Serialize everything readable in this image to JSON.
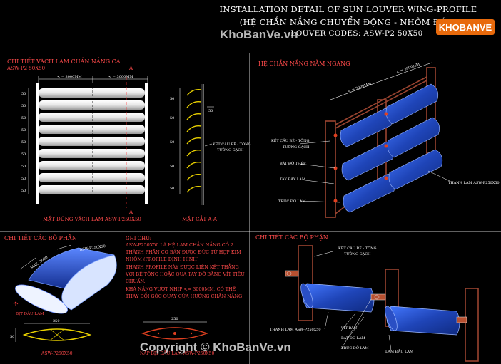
{
  "title": {
    "line1": "INSTALLATION DETAIL OF SUN LOUVER WING-PROFILE",
    "line2": "(HỆ CHẮN NẮNG CHUYỂN ĐỘNG - NHÔM ĐÚC)",
    "line3": "LOUVER CODES: ASW-P2 50X50"
  },
  "watermark": {
    "site": "KhoBanVe.vn",
    "logo": "KHOBANVE",
    "copyright": "Copyright © KhoBanVe.vn"
  },
  "sections": {
    "vach_lam": {
      "title": "CHI TIẾT VÁCH LAM CHẮN NẮNG CA",
      "code": "ASW-P2 50X50",
      "dim_top_left": "< = 3000MM",
      "dim_top_right": "< = 3000MM",
      "elevation_label": "MẶT ĐỨNG VÁCH LAM ASW-P250X50",
      "section_label": "MẶT CẮT A-A",
      "marker": "A",
      "connector_label_1": "KẾT CẤU BÊ - TÔNG",
      "connector_label_2": "TƯỜNG GẠCH",
      "spacing_labels": [
        "50",
        "50",
        "50",
        "50",
        "50",
        "50",
        "50",
        "50",
        "50"
      ]
    },
    "he_ngang": {
      "title": "HỆ CHẮN NẮNG NẰM NGANG",
      "dim_1": "< = 3000MM",
      "dim_2": "< = 3000MM",
      "labels": [
        "KẾT CẤU BÊ - TÔNG",
        "TƯỜNG GẠCH",
        "BÁT ĐỠ THÉP",
        "TAY ĐẨY LAM",
        "TRỤC ĐỠ LAM",
        "THANH LAM ASW-P250X50"
      ]
    },
    "bo_phan": {
      "title": "CHI TIẾT CÁC BỘ PHẬN",
      "dim_a": "ASW-P250X50",
      "dim_b": "MAX. 3000",
      "end_label": "BỊT ĐẦU LAM",
      "profile_label": "ASW-P250X50",
      "profile_width": "250",
      "profile_height": "50",
      "cap_label": "NẮP BỊT ĐẦU LAM ASW-P250X50",
      "cap_width": "250"
    },
    "ghi_chu": {
      "heading": "GHI CHÚ:",
      "lines": [
        "ASW-P250X50 LÀ HỆ LAM CHẮN NẮNG CÓ 2",
        "THÀNH PHẦN CƠ BẢN ĐƯỢC ĐÚC TỪ HỢP KIM",
        "NHÔM (PROFILE ĐỊNH HÌNH)",
        "THANH PROFILE NÀY ĐƯỢC LIÊN KẾT THẲNG",
        "VỚI BÊ TÔNG HOẶC QUA TAY ĐỠ BẰNG VÍT TIÊU",
        "CHUẨN.",
        "KHẢ NĂNG VƯỢT NHỊP <= 3000MM, CÓ THỂ",
        "THAY ĐỔI GÓC QUAY CỦA HƯỚNG CHẮN NẮNG"
      ]
    },
    "bo_phan_2": {
      "title": "CHI TIẾT CÁC BỘ PHẬN",
      "labels": [
        "KẾT CẤU BÊ - TÔNG",
        "TƯỜNG GẠCH",
        "THANH LAM ASW-P250X50",
        "VÍT BẮN",
        "BÁT ĐỠ LAM",
        "TRỤC ĐỠ LAM",
        "LAM ĐẦU LAM"
      ]
    }
  },
  "colors": {
    "background": "#000000",
    "section_title": "#ff4a4a",
    "louver_blue": "#2f5fd8",
    "frame_brown": "#9a4430",
    "bracket_yellow": "#e8d000",
    "grid_white": "#ffffff"
  }
}
